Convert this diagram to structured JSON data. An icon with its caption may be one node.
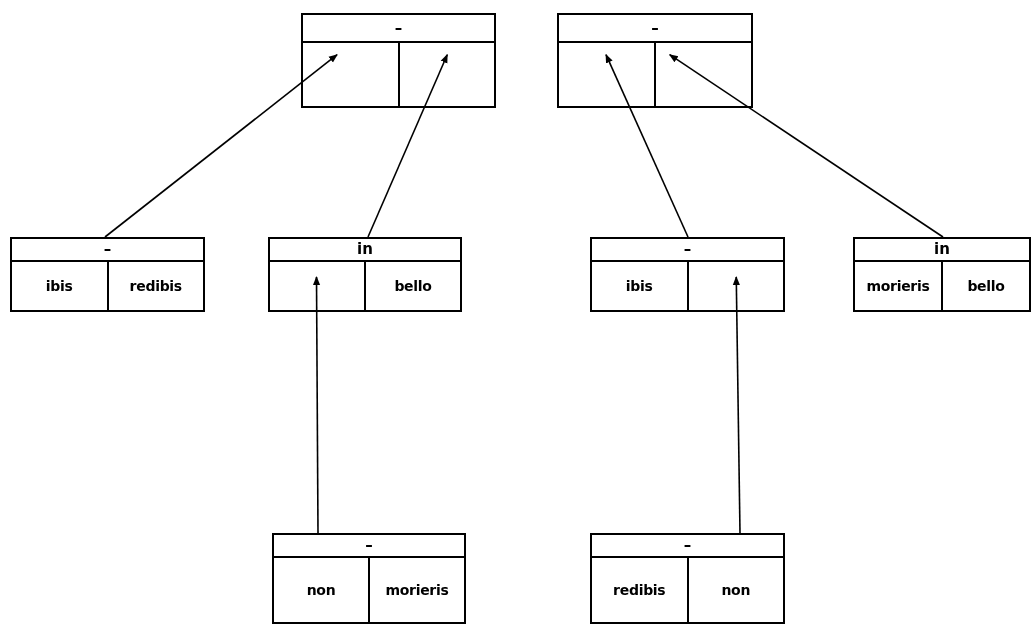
{
  "diagram": {
    "nodes": [
      {
        "text": [
          "–"
        ]
      },
      {
        "text": [],
        "shape": "box",
        "in": 0
      },
      {
        "text": [],
        "shape": "box",
        "in": 0
      },
      {
        "text": [
          "–"
        ]
      },
      {
        "text": [],
        "shape": "box",
        "in": 3
      },
      {
        "text": [],
        "shape": "box",
        "in": 3
      },
      {
        "text": [
          "–"
        ]
      },
      {
        "text": [
          "ibis"
        ],
        "in": 6
      },
      {
        "text": [
          "redibis"
        ],
        "in": 6
      },
      {
        "text": [
          "in"
        ]
      },
      {
        "text": [],
        "shape": "box",
        "in": 9
      },
      {
        "text": [
          "bello"
        ],
        "in": 9
      },
      {
        "text": [
          "–"
        ]
      },
      {
        "text": [
          "ibis"
        ],
        "in": 12
      },
      {
        "text": [],
        "shape": "box",
        "in": 12
      },
      {
        "text": [
          "in"
        ]
      },
      {
        "text": [
          "morieris"
        ],
        "in": 15
      },
      {
        "text": [
          "bello"
        ],
        "in": 15
      },
      {
        "text": [
          "–"
        ]
      },
      {
        "text": [
          "non"
        ],
        "in": 18
      },
      {
        "text": [
          "morieris"
        ],
        "in": 18
      },
      {
        "text": [
          "–"
        ]
      },
      {
        "text": [
          "redibis"
        ],
        "in": 21
      },
      {
        "text": [
          "non"
        ],
        "in": 21
      }
    ],
    "edges": [
      {
        "from": 6,
        "to": 1,
        "arrow": "to"
      },
      {
        "from": 9,
        "to": 2,
        "arrow": "to"
      },
      {
        "from": 12,
        "to": 4,
        "arrow": "to"
      },
      {
        "from": 15,
        "to": 5,
        "arrow": "to"
      },
      {
        "from": 18,
        "to": 10,
        "arrow": "to"
      },
      {
        "from": 21,
        "to": 14,
        "arrow": "to"
      }
    ]
  }
}
